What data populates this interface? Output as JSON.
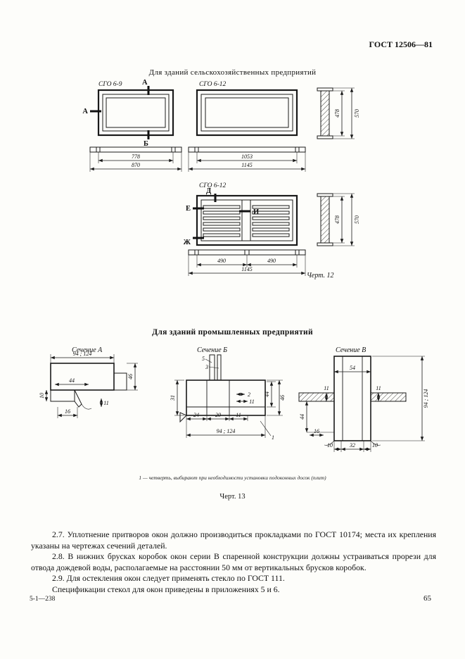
{
  "header": {
    "gost": "ГОСТ 12506—81"
  },
  "agro": {
    "title": "Для зданий сельскохозяйственных  предприятий",
    "w1_label": "СГО 6-9",
    "w1_mark_top": "А",
    "w1_mark_left": "А",
    "w1_mark_bottom": "Б",
    "w1_dim_inner": "778",
    "w1_dim_outer": "870",
    "w2_label": "СГО 6-12",
    "w2_dim_inner": "1053",
    "w2_dim_outer": "1145",
    "p1_dim_inner": "478",
    "p1_dim_outer": "570",
    "w3_label": "СГО 6-12",
    "w3_mark_d": "Д",
    "w3_mark_e": "Е",
    "w3_mark_i": "И",
    "w3_mark_zh": "Ж",
    "w3_dim_left": "490",
    "w3_dim_right": "490",
    "w3_dim_outer": "1145",
    "p2_dim_inner": "478",
    "p2_dim_outer": "570",
    "caption": "Черт. 12"
  },
  "industrial": {
    "title": "Для зданий промышленных предприятий",
    "a": {
      "title": "Сечение А",
      "top": "94 ; 124",
      "d44": "44",
      "d46": "46",
      "d10": "10",
      "d11": "11",
      "d16": "16"
    },
    "b": {
      "title": "Сечение Б",
      "d5": "5",
      "d3": "3",
      "d31": "31",
      "d2": "2",
      "d11a": "11",
      "d44": "44",
      "d46": "46",
      "d24": "24",
      "d20": "20",
      "d11b": "11",
      "bottom": "94 ; 124",
      "ref": "1"
    },
    "v": {
      "title": "Сечение В",
      "d54": "54",
      "d11l": "11",
      "d11r": "11",
      "right": "94 ; 124",
      "d44": "44",
      "d16": "16",
      "d10l": "10",
      "d32": "32",
      "d10r": "10"
    },
    "footnote": "1 — четверть, выбирают при необходимости установки подоконных досок (плит)",
    "caption": "Черт. 13"
  },
  "body_text": {
    "p27": "2.7. Уплотнение притворов окон должно производиться прокладками по ГОСТ 10174; места их крепления указаны на чертежах сечений деталей.",
    "p28": "2.8. В нижних брусках коробок окон серии В спаренной конструкции должны устраиваться прорези для отвода дождевой воды, располагаемые на расстоянии 50 мм от вертикальных брусков коробок.",
    "p29": "2.9. Для остекления окон следует применять стекло по ГОСТ 111.",
    "p29_note": "Спецификации стекол для окон приведены в приложениях 5 и 6."
  },
  "footer": {
    "left": "5-1—238",
    "page": "65"
  }
}
